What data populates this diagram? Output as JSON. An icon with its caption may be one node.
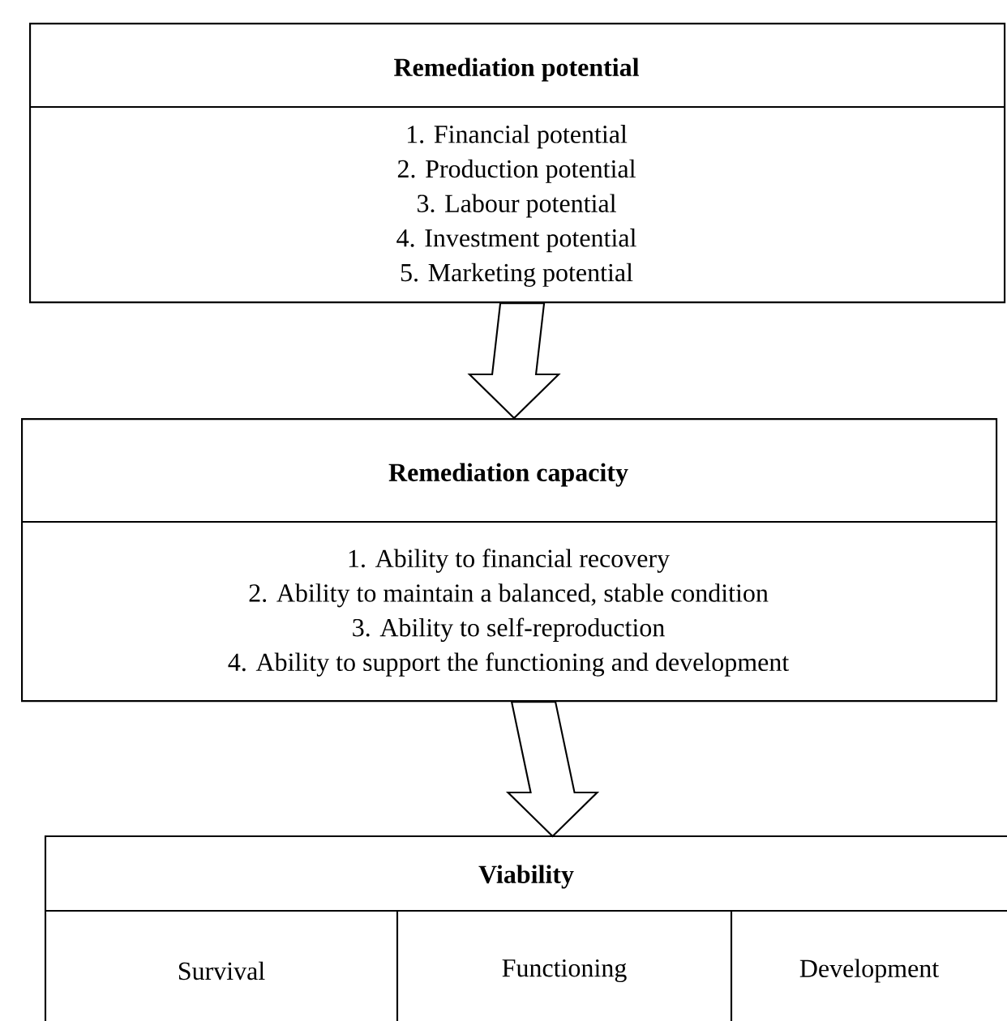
{
  "diagram": {
    "nodes": [
      {
        "text": [
          "Remediation potential",
          "1. Financial potential",
          "2. Production potential",
          "3. Labour potential",
          "4. Investment potential",
          "5. Marketing potential"
        ]
      },
      {
        "text": [
          "Remediation capacity",
          "1. Ability to financial recovery",
          "2. Ability to maintain a balanced, stable condition",
          "3. Ability to self-reproduction",
          "4. Ability to support the functioning and development"
        ]
      },
      {
        "text": [
          "Viability"
        ]
      },
      {
        "text": [
          "Survival"
        ],
        "in": 2
      },
      {
        "text": [
          "Functioning"
        ],
        "in": 2
      },
      {
        "text": [
          "Development"
        ],
        "in": 2
      }
    ],
    "edges": [
      {
        "from": 0,
        "to": 1,
        "arrow": "to"
      },
      {
        "from": 1,
        "to": 2,
        "arrow": "to"
      }
    ]
  }
}
